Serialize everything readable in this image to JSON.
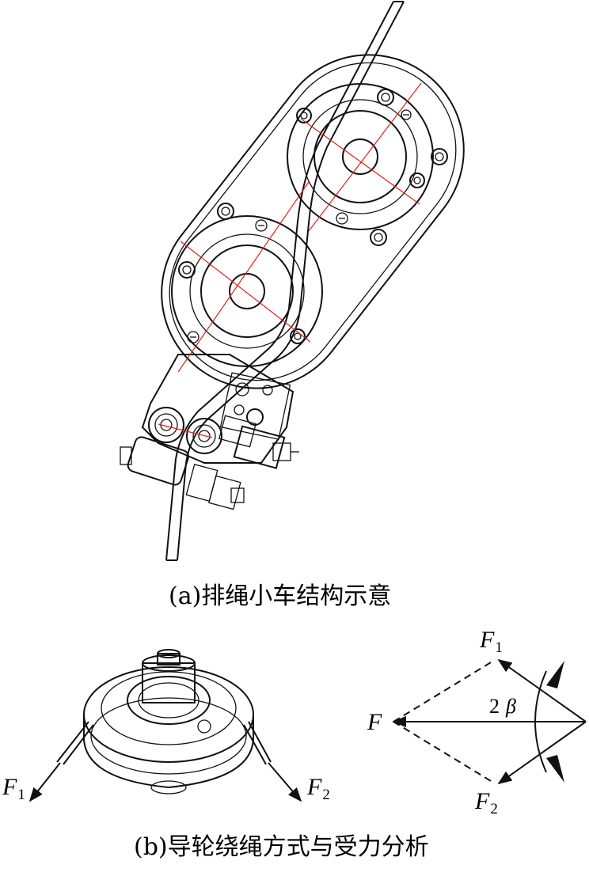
{
  "captions": {
    "a": "(a)排绳小车结构示意",
    "b": "(b)导轮绕绳方式与受力分析"
  },
  "labels": {
    "F": "F",
    "F1": "F",
    "F1_sub": "1",
    "F2": "F",
    "F2_sub": "2",
    "angle_num": "2",
    "angle_sym": "β"
  },
  "colors": {
    "line": "#111111",
    "centerline": "#e0201a",
    "background": "#ffffff"
  }
}
